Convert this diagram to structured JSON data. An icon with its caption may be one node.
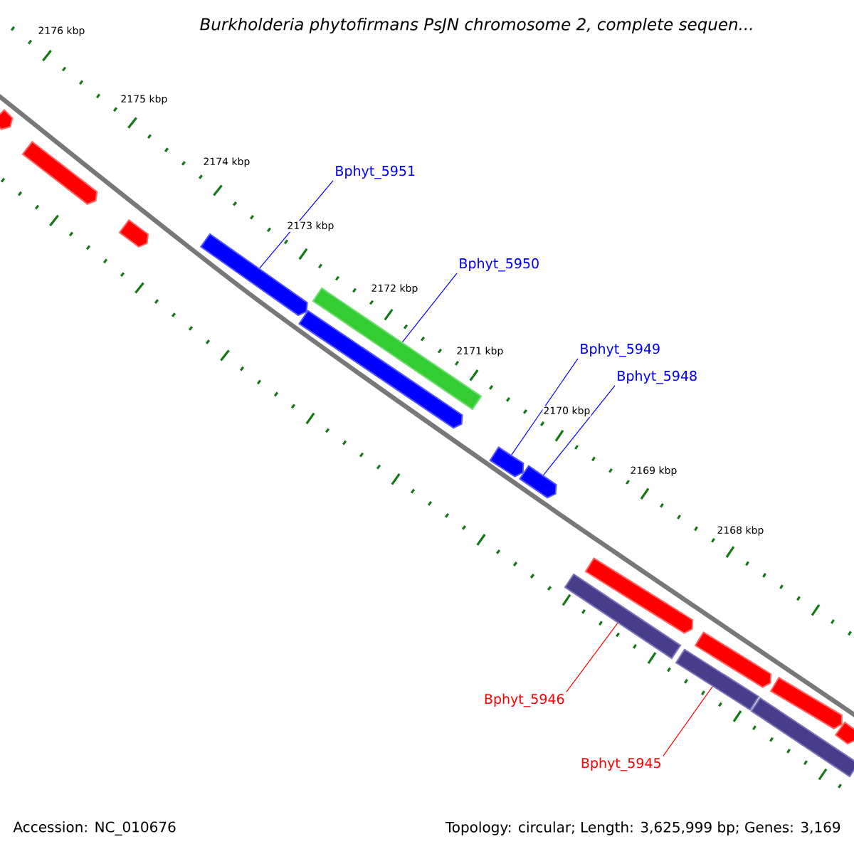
{
  "diagram": {
    "title": "*Burkholderia phytofirmans* PsJN chromosome 2, complete sequen...",
    "nodes": [
      {
        "text": [
          "Bphyt_5951"
        ]
      },
      {
        "text": [
          "Bphyt_5950"
        ]
      },
      {
        "text": [
          "Bphyt_5949"
        ]
      },
      {
        "text": [
          "Bphyt_5948"
        ]
      },
      {
        "text": [
          "Bphyt_5946"
        ]
      },
      {
        "text": [
          "Bphyt_5945"
        ]
      },
      {
        "text": [],
        "shape": "bar"
      },
      {
        "text": [],
        "shape": "bar"
      },
      {
        "text": [],
        "shape": "bar"
      },
      {
        "text": [],
        "shape": "bar"
      },
      {
        "text": [],
        "shape": "bar"
      },
      {
        "text": [],
        "shape": "bar"
      },
      {
        "text": [],
        "shape": "bar"
      },
      {
        "text": [],
        "shape": "bar"
      },
      {
        "text": [],
        "shape": "bar"
      },
      {
        "text": [],
        "shape": "bar"
      },
      {
        "text": [],
        "shape": "bar"
      },
      {
        "text": [],
        "shape": "bar"
      },
      {
        "text": [],
        "shape": "bar"
      },
      {
        "text": [],
        "shape": "bar"
      },
      {
        "text": [],
        "shape": "bar"
      }
    ],
    "edges": [
      {
        "from": 0,
        "to": 6,
        "arrow": "none"
      },
      {
        "from": 1,
        "to": 7,
        "arrow": "none"
      },
      {
        "from": 2,
        "to": 8,
        "arrow": "none"
      },
      {
        "from": 3,
        "to": 9,
        "arrow": "none"
      },
      {
        "from": 4,
        "to": 10,
        "arrow": "none",
        "color": "#ff0000"
      },
      {
        "from": 5,
        "to": 11,
        "arrow": "none",
        "color": "#ff0000"
      }
    ],
    "labels": [
      "2176 kbp",
      "2175 kbp",
      "2174 kbp",
      "2173 kbp",
      "2172 kbp",
      "2171 kbp",
      "2170 kbp",
      "2169 kbp",
      "2168 kbp",
      "Accession: NC_010676",
      "Topology: circular; Length: 3,625,999 bp; Genes: 3,169"
    ]
  }
}
